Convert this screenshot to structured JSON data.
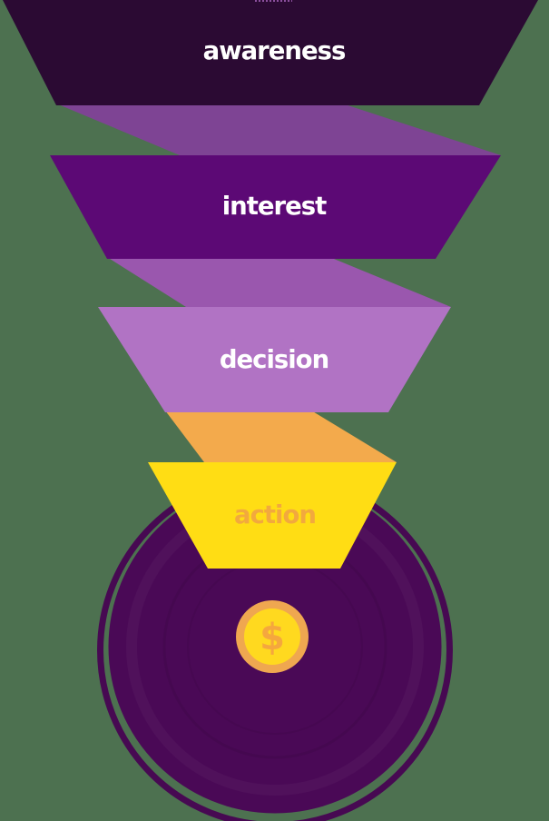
{
  "background_color": "#4d7150",
  "funnel": {
    "stages": [
      {
        "label": "awareness",
        "body_color": "#2b0a33",
        "fold_color": "#7e4494",
        "text_color": "#ffffff"
      },
      {
        "label": "interest",
        "body_color": "#5c0975",
        "fold_color": "#9a57ae",
        "text_color": "#ffffff"
      },
      {
        "label": "decision",
        "body_color": "#b173c4",
        "fold_color": "#f3aa4c",
        "text_color": "#ffffff"
      },
      {
        "label": "action",
        "body_color": "#ffdd14",
        "text_color": "#f2a93e"
      }
    ]
  },
  "money": {
    "disc_color": "#4a0956",
    "ring_color": "#470952",
    "coin_border_color": "#efa750",
    "coin_fill_color": "#ffd91f",
    "symbol": "$",
    "symbol_color": "#f5a73e"
  },
  "decor": {
    "top_dash_color": "#8b4f9d"
  }
}
